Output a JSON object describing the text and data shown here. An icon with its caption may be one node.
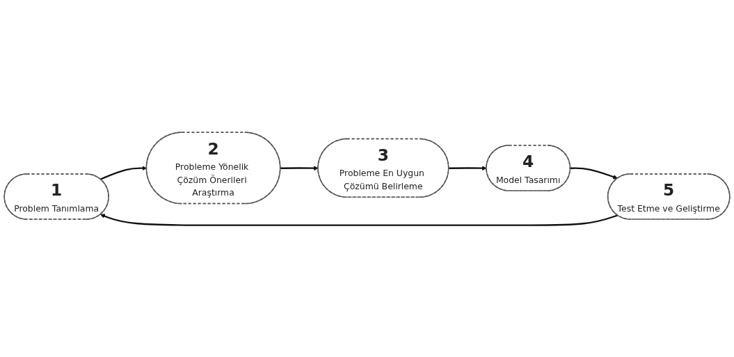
{
  "diagram": {
    "nodes": [
      {
        "text": [
          "1",
          "Problem Tanımlama"
        ]
      },
      {
        "text": [
          "2",
          "Probleme Yönelik Çözüm Önerileri Araştırma"
        ]
      },
      {
        "text": [
          "3",
          "Probleme En Uygun Çözümü Belirleme"
        ]
      },
      {
        "text": [
          "4",
          "Model Tasarımı"
        ]
      },
      {
        "text": [
          "5",
          "Test Etme ve Geliştirme"
        ]
      }
    ],
    "edges": [
      {
        "from": 4,
        "to": 0,
        "arrow": "to"
      },
      {
        "from": 0,
        "to": 1,
        "arrow": "to"
      },
      {
        "from": 1,
        "to": 2,
        "arrow": "to"
      },
      {
        "from": 2,
        "to": 3,
        "arrow": "to"
      },
      {
        "from": 3,
        "to": 4,
        "arrow": "to"
      }
    ]
  }
}
